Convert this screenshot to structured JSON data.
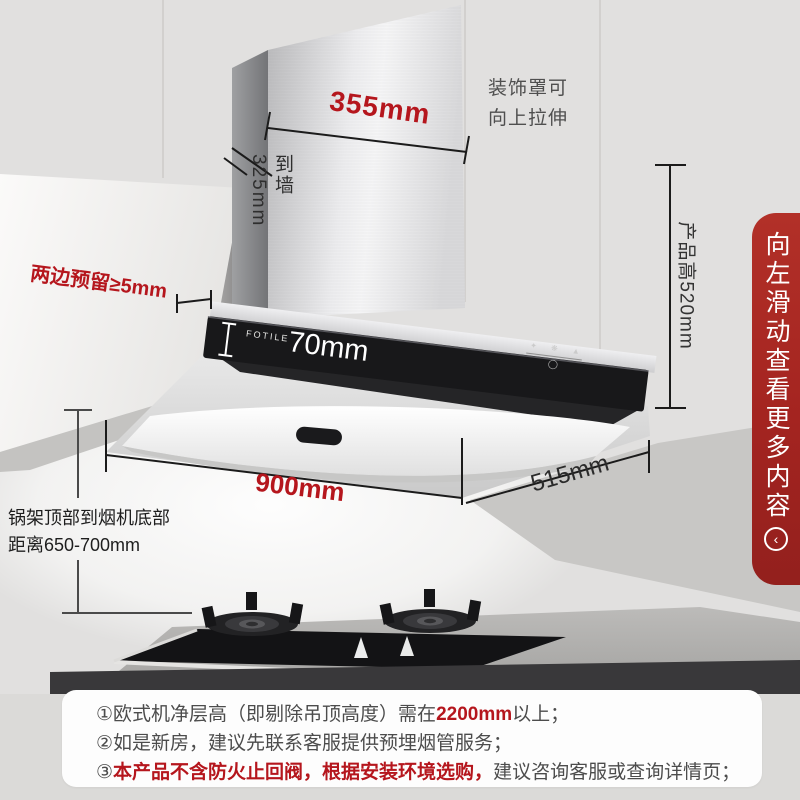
{
  "product": {
    "brand": "FOTILE",
    "dimensions": {
      "top_width": "355mm",
      "to_wall_label": "到墙",
      "to_wall_value": "325mm",
      "product_height": "产品高520mm",
      "side_clearance": "两边预留≥5mm",
      "panel_height": "70mm",
      "bottom_width": "900mm",
      "depth": "515mm"
    },
    "annotations": {
      "deco_cover_line1": "装饰罩可",
      "deco_cover_line2": "向上拉伸",
      "hob_distance_line1": "锅架顶部到烟机底部",
      "hob_distance_line2": "距离650-700mm"
    },
    "touch_controls": {
      "icons": {
        "delay": "✦",
        "fan": "❋",
        "speed": "▲",
        "power": "◯"
      }
    }
  },
  "side_banner": {
    "text": "向左滑动查看更多内容",
    "chevron": "‹"
  },
  "notes": [
    {
      "index": "①",
      "pre": "欧式机净层高（即剔除吊顶高度）需在",
      "highlight": "2200mm",
      "post": "以上；"
    },
    {
      "index": "②",
      "pre": "如是新房，建议先联系客服提供预埋烟管服务；",
      "highlight": "",
      "post": ""
    },
    {
      "index": "③",
      "pre": "",
      "highlight": "本产品不含防火止回阀，根据安装环境选购，",
      "post": "建议咨询客服或查询详情页；"
    }
  ],
  "colors": {
    "accent_red": "#b5161d",
    "banner_red": "#a82722",
    "wall": "#e1e0df",
    "counter_edge": "#39383a",
    "panel_black": "#18181a"
  }
}
